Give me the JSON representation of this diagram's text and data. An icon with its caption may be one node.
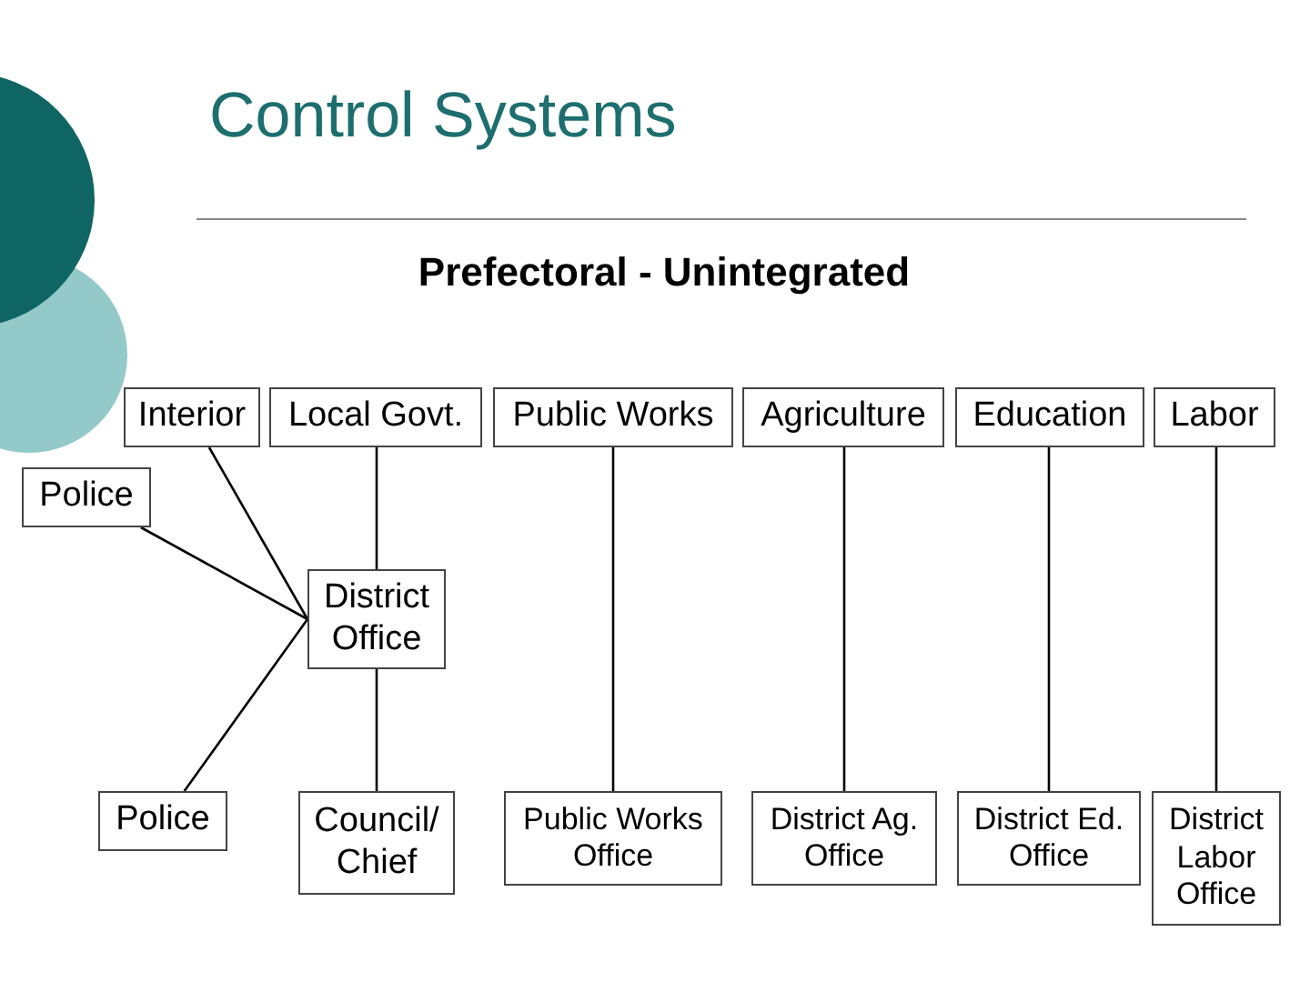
{
  "diagram": {
    "title": "Control Systems",
    "nodes": [
      {
        "text": [
          "Interior"
        ]
      },
      {
        "text": [
          "Local Govt."
        ]
      },
      {
        "text": [
          "Public Works"
        ]
      },
      {
        "text": [
          "Agriculture"
        ]
      },
      {
        "text": [
          "Education"
        ]
      },
      {
        "text": [
          "Labor"
        ]
      },
      {
        "text": [
          "Police"
        ]
      },
      {
        "text": [
          "District Office"
        ]
      },
      {
        "text": [
          "Police"
        ]
      },
      {
        "text": [
          "Council/ Chief"
        ]
      },
      {
        "text": [
          "Public Works Office"
        ]
      },
      {
        "text": [
          "District Ag. Office"
        ]
      },
      {
        "text": [
          "District Ed. Office"
        ]
      },
      {
        "text": [
          "District Labor Office"
        ]
      }
    ],
    "edges": [
      {
        "from": 0,
        "to": 7,
        "arrow": "none"
      },
      {
        "from": 6,
        "to": 7,
        "arrow": "none"
      },
      {
        "from": 1,
        "to": 7,
        "arrow": "none"
      },
      {
        "from": 8,
        "to": 7,
        "arrow": "none"
      },
      {
        "from": 7,
        "to": 9,
        "arrow": "none"
      },
      {
        "from": 2,
        "to": 10,
        "arrow": "none"
      },
      {
        "from": 3,
        "to": 11,
        "arrow": "none"
      },
      {
        "from": 4,
        "to": 12,
        "arrow": "none"
      },
      {
        "from": 5,
        "to": 13,
        "arrow": "none"
      }
    ],
    "labels": [
      "Prefectoral - Unintegrated"
    ]
  }
}
